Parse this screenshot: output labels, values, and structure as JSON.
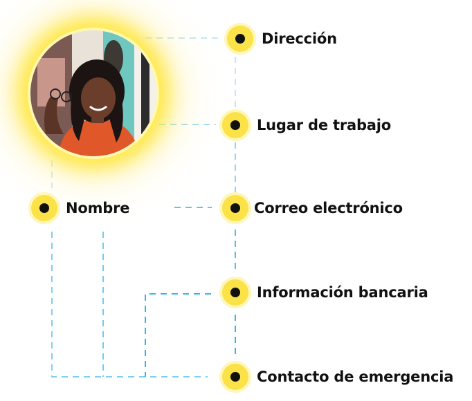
{
  "nodes": {
    "direccion": "Dirección",
    "lugar_trabajo": "Lugar de trabajo",
    "nombre": "Nombre",
    "correo": "Correo electrónico",
    "banco": "Información bancaria",
    "emergencia": "Contacto de emergencia"
  },
  "colors": {
    "accent": "#fbe248",
    "line": "#2fb8ee",
    "dot_center": "#111111"
  }
}
